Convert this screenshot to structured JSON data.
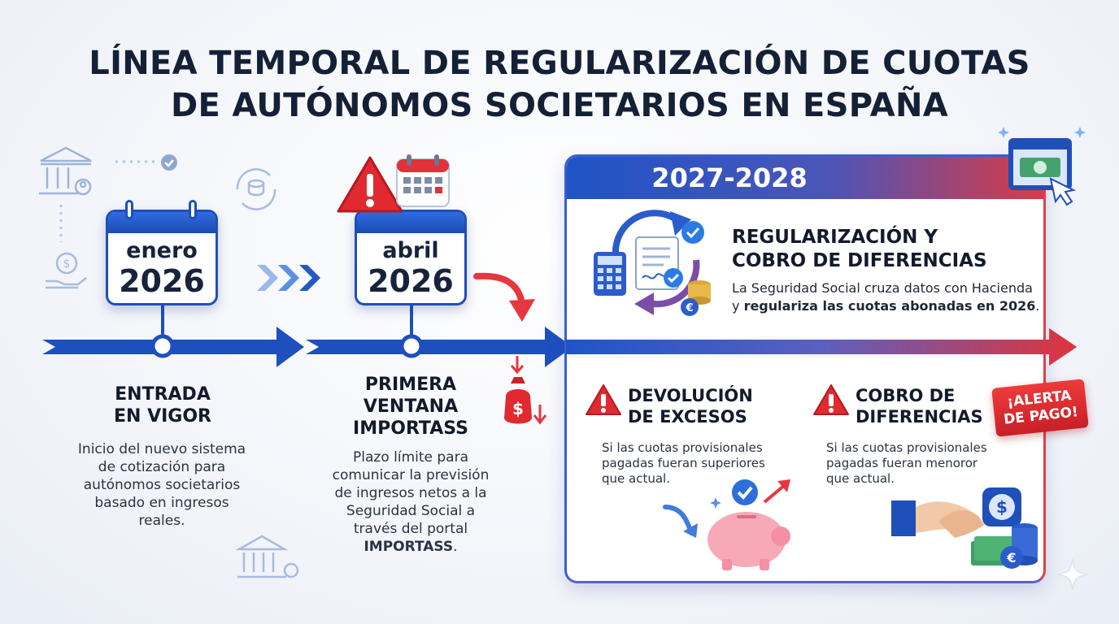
{
  "title": {
    "line1": "LÍNEA TEMPORAL DE REGULARIZACIÓN DE CUOTAS",
    "line2": "DE AUTÓNOMOS SOCIETARIOS EN ESPAÑA"
  },
  "milestones": [
    {
      "month": "enero",
      "year": "2026",
      "heading": [
        "ENTRADA",
        "EN VIGOR"
      ],
      "description": [
        "Inicio del nuevo sistema",
        "de cotización para",
        "autónomos societarios",
        "basado en ingresos",
        "reales."
      ]
    },
    {
      "month": "abril",
      "year": "2026",
      "heading": [
        "PRIMERA",
        "VENTANA",
        "IMPORTASS"
      ],
      "description": [
        "Plazo límite para",
        "comunicar la previsión",
        "de ingresos netos a la",
        "Seguridad Social a",
        "través del portal"
      ],
      "description_bold": "IMPORTASS",
      "description_end": "."
    }
  ],
  "panel": {
    "years": "2027-2028",
    "section": {
      "title": [
        "REGULARIZACIÓN Y",
        "COBRO DE DIFERENCIAS"
      ],
      "text_line1": "La Seguridad Social cruza datos con Hacienda",
      "text_line2_start": "y ",
      "text_line2_bold": "regulariza las cuotas abonadas en 2026",
      "text_line2_end": "."
    },
    "refund": {
      "title": [
        "DEVOLUCIÓN",
        "DE EXCESOS"
      ],
      "text": [
        "Si las cuotas provisionales",
        "pagadas fueran superiores",
        "que  actual."
      ]
    },
    "charge": {
      "title": [
        "COBRO DE",
        "DIFERENCIAS"
      ],
      "text": [
        "Si las cuotas provisionales",
        "pagadas fueran menoror",
        "que  actual."
      ],
      "badge": [
        "¡ALERTA",
        "DE PAGO!"
      ]
    }
  },
  "icons": {
    "money_bag_symbol": "$",
    "euro_symbol": "€",
    "dollar_symbol": "$"
  },
  "colors": {
    "primary_blue": "#1e4fb8",
    "alert_red": "#d9262f",
    "title_dark": "#142036"
  }
}
